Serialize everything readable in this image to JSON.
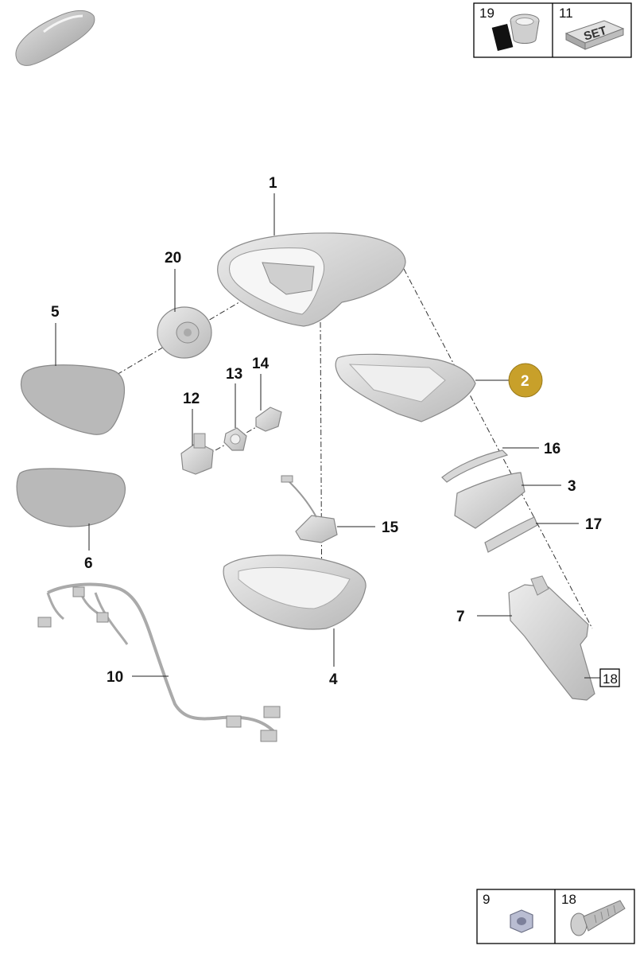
{
  "corner_boxes": {
    "top_right": [
      {
        "number": "19",
        "icon": "sealing-tape-roll-icon"
      },
      {
        "number": "11",
        "icon": "set-box-icon",
        "icon_text": "SET"
      }
    ],
    "bottom_right": [
      {
        "number": "9",
        "icon": "hex-nut-icon"
      },
      {
        "number": "18",
        "icon": "bolt-icon"
      }
    ]
  },
  "callouts": {
    "c1": "1",
    "c2": "2",
    "c3": "3",
    "c4": "4",
    "c5": "5",
    "c6": "6",
    "c7": "7",
    "c10": "10",
    "c12": "12",
    "c13": "13",
    "c14": "14",
    "c15": "15",
    "c16": "16",
    "c17": "17",
    "c18": "18",
    "c20": "20"
  },
  "colors": {
    "highlight": "#c8a02a",
    "part_fill": "#dcdcdc",
    "line": "#222222"
  },
  "icons": {
    "vehicle": "car-silhouette-icon"
  }
}
